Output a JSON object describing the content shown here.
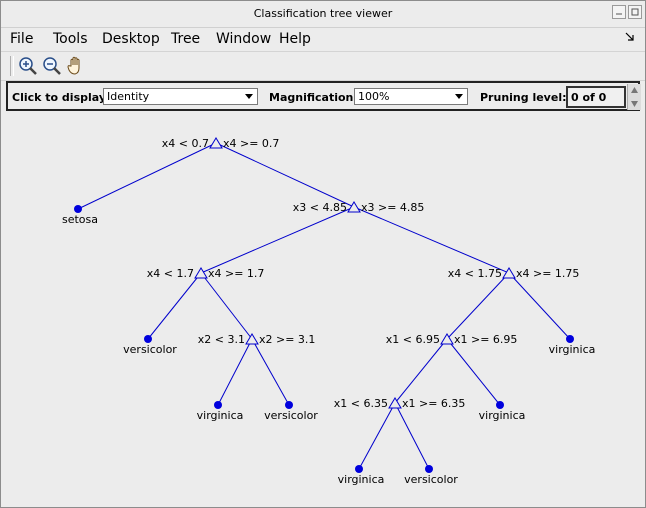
{
  "window": {
    "title": "Classification tree viewer"
  },
  "menu": [
    "File",
    "Tools",
    "Desktop",
    "Tree",
    "Window",
    "Help"
  ],
  "toolbar": {
    "tools": [
      "zoom-in",
      "zoom-out",
      "pan"
    ]
  },
  "controls": {
    "display_label": "Click to display:",
    "display_value": "Identity",
    "magnification_label": "Magnification:",
    "magnification_value": "100%",
    "pruning_label": "Pruning level:",
    "pruning_value": "0 of 0"
  },
  "tree": {
    "colors": {
      "line": "#0000cc",
      "leaf": "#0000dd"
    },
    "nodes": [
      {
        "id": "n1",
        "type": "split",
        "left": "x4 < 0.7",
        "right": "x4 >= 0.7"
      },
      {
        "id": "n2",
        "type": "leaf",
        "label": "setosa"
      },
      {
        "id": "n3",
        "type": "split",
        "left": "x3 < 4.85",
        "right": "x3 >= 4.85"
      },
      {
        "id": "n4",
        "type": "split",
        "left": "x4 < 1.7",
        "right": "x4 >= 1.7"
      },
      {
        "id": "n5",
        "type": "split",
        "left": "x4 < 1.75",
        "right": "x4 >= 1.75"
      },
      {
        "id": "n6",
        "type": "leaf",
        "label": "versicolor"
      },
      {
        "id": "n7",
        "type": "split",
        "left": "x2 < 3.1",
        "right": "x2 >= 3.1"
      },
      {
        "id": "n8",
        "type": "split",
        "left": "x1 < 6.95",
        "right": "x1 >= 6.95"
      },
      {
        "id": "n9",
        "type": "leaf",
        "label": "virginica"
      },
      {
        "id": "n10",
        "type": "leaf",
        "label": "virginica"
      },
      {
        "id": "n11",
        "type": "leaf",
        "label": "versicolor"
      },
      {
        "id": "n12",
        "type": "split",
        "left": "x1 < 6.35",
        "right": "x1 >= 6.35"
      },
      {
        "id": "n13",
        "type": "leaf",
        "label": "virginica"
      },
      {
        "id": "n14",
        "type": "leaf",
        "label": "virginica"
      },
      {
        "id": "n15",
        "type": "leaf",
        "label": "versicolor"
      }
    ],
    "edges": [
      [
        "n1",
        "n2"
      ],
      [
        "n1",
        "n3"
      ],
      [
        "n3",
        "n4"
      ],
      [
        "n3",
        "n5"
      ],
      [
        "n4",
        "n6"
      ],
      [
        "n4",
        "n7"
      ],
      [
        "n5",
        "n8"
      ],
      [
        "n5",
        "n9"
      ],
      [
        "n7",
        "n10"
      ],
      [
        "n7",
        "n11"
      ],
      [
        "n8",
        "n12"
      ],
      [
        "n8",
        "n13"
      ],
      [
        "n12",
        "n14"
      ],
      [
        "n12",
        "n15"
      ]
    ]
  }
}
